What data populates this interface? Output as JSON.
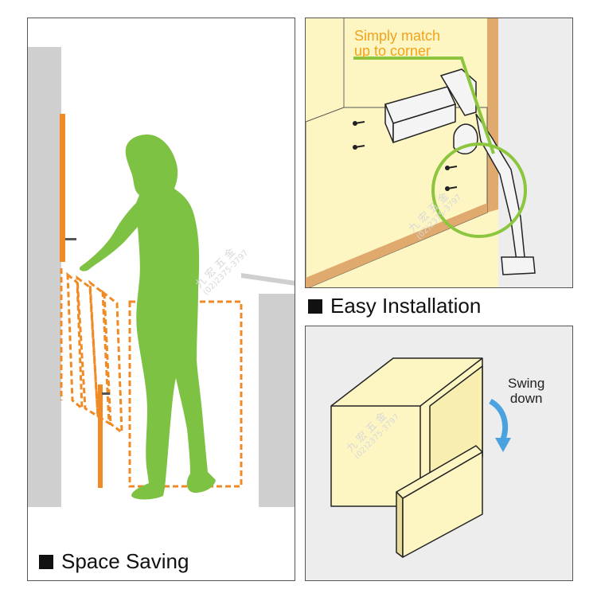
{
  "captions": {
    "space_saving": "Space Saving",
    "easy_installation": "Easy Installation"
  },
  "labels": {
    "simply_match_line1": "Simply match",
    "simply_match_line2": "up to corner",
    "swing_line1": "Swing",
    "swing_line2": "down"
  },
  "watermark": {
    "chars": "九 宏 五 金",
    "phone": "(02)2375-3797"
  },
  "colors": {
    "person_green": "#7dc243",
    "door_orange": "#f08a24",
    "callout_green": "#8cc63f",
    "match_text": "#f2a21b",
    "wood": "#fdf6c3",
    "wood_side": "#e0a96d",
    "arrow_blue": "#4aa3df",
    "panel_grey": "#ededed",
    "cabinet_grey": "#cfcfcf"
  }
}
